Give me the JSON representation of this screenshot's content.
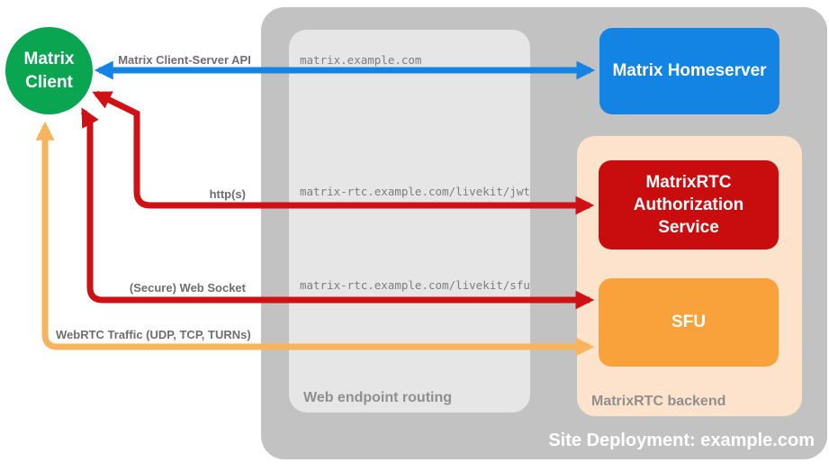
{
  "diagram": {
    "title": "Site Deployment: example.com",
    "nodes": {
      "matrix_client": {
        "label": "Matrix Client",
        "color": "#0aa551"
      },
      "matrix_homeserver": {
        "label": "Matrix Homeserver",
        "color": "#1484e4"
      },
      "matrixrtc_auth_service": {
        "label": "MatrixRTC Authorization Service",
        "color": "#c90d0e"
      },
      "sfu": {
        "label": "SFU",
        "color": "#f9a23b"
      }
    },
    "containers": {
      "site_deployment": {
        "label": "Site Deployment: example.com",
        "color": "#c2c2c2"
      },
      "web_endpoint_routing": {
        "label": "Web endpoint routing",
        "color": "#e6e6e6"
      },
      "matrixrtc_backend": {
        "label": "MatrixRTC backend",
        "color": "#fde3cc"
      }
    },
    "connections": [
      {
        "label": "Matrix Client-Server API",
        "endpoint": "matrix.example.com",
        "from": "Matrix Client",
        "to": "Matrix Homeserver",
        "color": "#1484e4",
        "bidirectional": true
      },
      {
        "label": "http(s)",
        "endpoint": "matrix-rtc.example.com/livekit/jwt",
        "from": "Matrix Client",
        "to": "MatrixRTC Authorization Service",
        "color": "#cf1014",
        "bidirectional": true
      },
      {
        "label": "(Secure) Web Socket",
        "endpoint": "matrix-rtc.example.com/livekit/sfu",
        "from": "Matrix Client",
        "to": "SFU",
        "color": "#cf1014",
        "bidirectional": true
      },
      {
        "label": "WebRTC Traffic (UDP, TCP, TURNs)",
        "endpoint": "",
        "from": "Matrix Client",
        "to": "SFU",
        "color": "#f8b45c",
        "bidirectional": true
      }
    ]
  }
}
